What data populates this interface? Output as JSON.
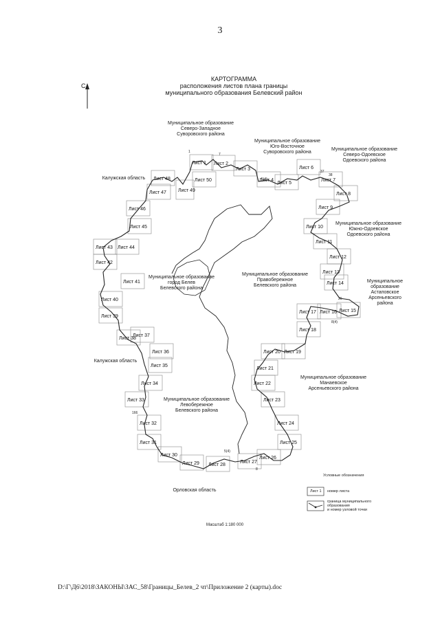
{
  "page_number": "3",
  "title": {
    "line1": "КАРТОГРАММА",
    "line2": "расположения листов плана границы",
    "line3": "муниципального образования Белевский район"
  },
  "north_label": "С",
  "regions": {
    "north_west": [
      "Муниципальное образование",
      "Северо-Западное",
      "Суворовского района"
    ],
    "north_east": [
      "Муниципальное образование",
      "Юго-Восточное",
      "Суворовского района"
    ],
    "odoev_north": [
      "Муниципальное образование",
      "Северо-Одоевское",
      "Одоевского района"
    ],
    "odoev_south": [
      "Муниципальное образование",
      "Южно-Одоевское",
      "Одоевского района"
    ],
    "astapovo": [
      "Муниципальное",
      "образование",
      "Астаповское",
      "Арсеньевского",
      "района"
    ],
    "belev_city": [
      "Муниципальное образование",
      "город Белев",
      "Белевского района"
    ],
    "pravoberezhnoe": [
      "Муниципальное образование",
      "Правобережное",
      "Белевского района"
    ],
    "manaevskoe": [
      "Муниципальное образование",
      "Манаевское",
      "Арсеньевского района"
    ],
    "levoberezhnoe": [
      "Муниципальное образование",
      "Левобережное",
      "Белевского района"
    ],
    "kaluga_north": "Калужская область",
    "kaluga_south": "Калужская область",
    "orel": "Орловская область"
  },
  "sheets": [
    "Лист 1",
    "Лист 2",
    "Лист 3",
    "Лист 4",
    "Лист 5",
    "Лист 6",
    "Лист 7",
    "Лист 8",
    "Лист 9",
    "Лист 10",
    "Лист 11",
    "Лист 12",
    "Лист 13",
    "Лист 14",
    "Лист 15",
    "Лист 16",
    "Лист 17",
    "Лист 18",
    "Лист 19",
    "Лист 20",
    "Лист 21",
    "Лист 22",
    "Лист 23",
    "Лист 24",
    "Лист 25",
    "Лист 26",
    "Лист 27",
    "Лист 28",
    "Лист 29",
    "Лист 30",
    "Лист 31",
    "Лист 32",
    "Лист 33",
    "Лист 34",
    "Лист 35",
    "Лист 36",
    "Лист 37",
    "Лист 38",
    "Лист 39",
    "Лист 40",
    "Лист 41",
    "Лист 42",
    "Лист 43",
    "Лист 44",
    "Лист 45",
    "Лист 46",
    "Лист 47",
    "Лист 48",
    "Лист 49",
    "Лист 50"
  ],
  "point_numbers": [
    "1",
    "7",
    "37",
    "38",
    "5(4)",
    "8(4)",
    "26",
    "8",
    "5(4)",
    "166"
  ],
  "legend": {
    "title": "Условные обозначения",
    "sheet_sample": "Лист 1",
    "sheet_desc": "номер листа",
    "boundary_desc": [
      "граница муниципального",
      "образования",
      "и номер узловой точки"
    ]
  },
  "scale": "Масштаб 1:180 000",
  "footer": "D:\\Г\\Д6\\2018\\ЗАКОНЫ\\ЗАС_58\\Границы_Белев_2 чт\\Приложение 2 (карты).doc"
}
